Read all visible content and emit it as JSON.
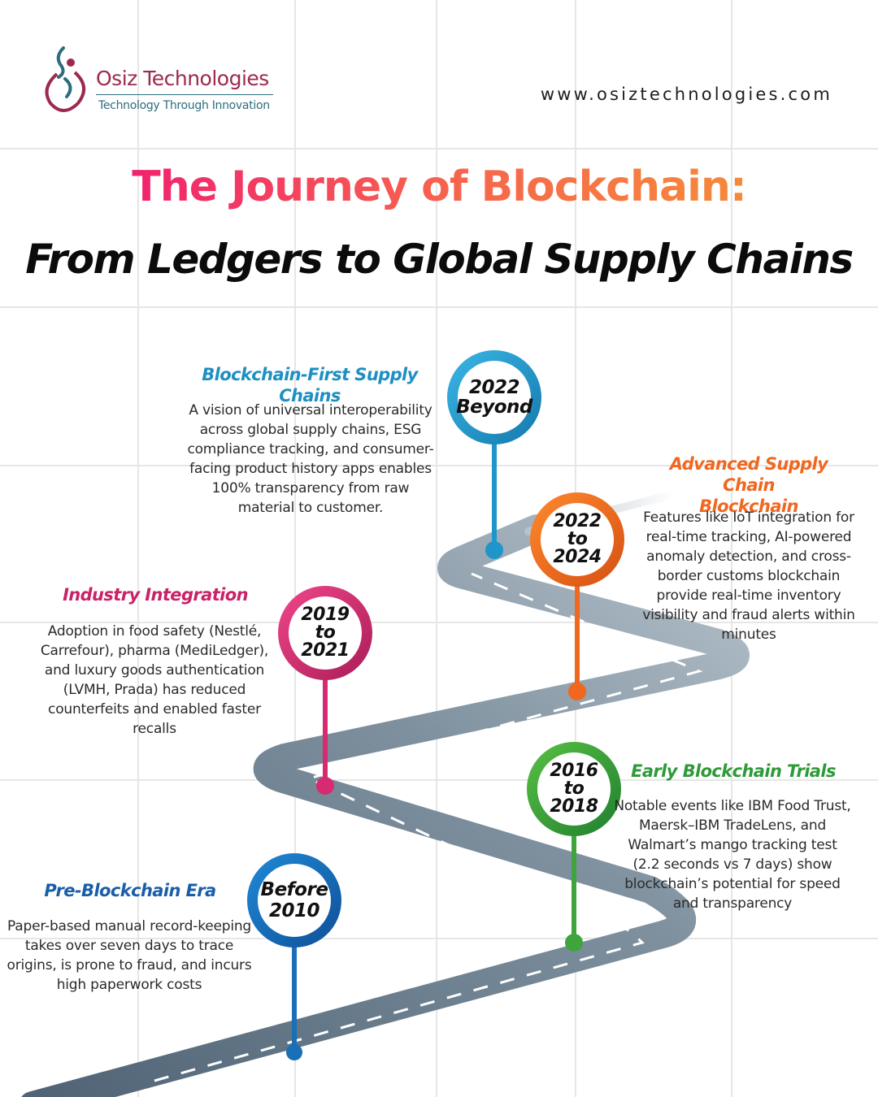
{
  "header": {
    "brand_name": "Osiz Technologies",
    "tagline": "Technology Through Innovation",
    "website": "www.osiztechnologies.com"
  },
  "title": {
    "line1": "The Journey of Blockchain:",
    "line2": "From Ledgers to Global Supply Chains"
  },
  "colors": {
    "blue": "#1a6fb6",
    "green": "#3fa43b",
    "pink": "#d62b70",
    "orange": "#f0671f",
    "cyan": "#1f95c9",
    "road": "#7f919f"
  },
  "milestones": [
    {
      "period_line1": "Before",
      "period_line2": "2010",
      "title": "Pre-Blockchain Era",
      "description": "Paper-based manual record-keeping takes over seven days to trace origins, is prone to fraud, and incurs high paperwork costs",
      "color": "#1a6fb6"
    },
    {
      "period_line1": "2016",
      "period_mid": "to",
      "period_line2": "2018",
      "title": "Early Blockchain Trials",
      "description": "Notable events like IBM Food Trust, Maersk–IBM TradeLens, and Walmart’s mango tracking test (2.2 seconds vs 7 days) show blockchain’s potential for speed and transparency",
      "color": "#3fa43b"
    },
    {
      "period_line1": "2019",
      "period_mid": "to",
      "period_line2": "2021",
      "title": "Industry Integration",
      "description": "Adoption in food safety (Nestlé, Carrefour), pharma (MediLedger), and luxury goods authentication (LVMH, Prada) has reduced counterfeits and enabled faster recalls",
      "color": "#d62b70"
    },
    {
      "period_line1": "2022",
      "period_mid": "to",
      "period_line2": "2024",
      "title_line1": "Advanced Supply Chain",
      "title_line2": "Blockchain",
      "description": "Features like IoT integration for real-time tracking, AI-powered anomaly detection, and cross-border customs blockchain provide real-time inventory visibility and fraud alerts within minutes",
      "color": "#f0671f"
    },
    {
      "period_line1": "2022",
      "period_line2": "Beyond",
      "title": "Blockchain-First Supply Chains",
      "description": "A vision of universal interoperability across global supply chains, ESG compliance tracking, and consumer-facing product history apps enables 100% transparency from raw material to customer.",
      "color": "#1f95c9"
    }
  ]
}
